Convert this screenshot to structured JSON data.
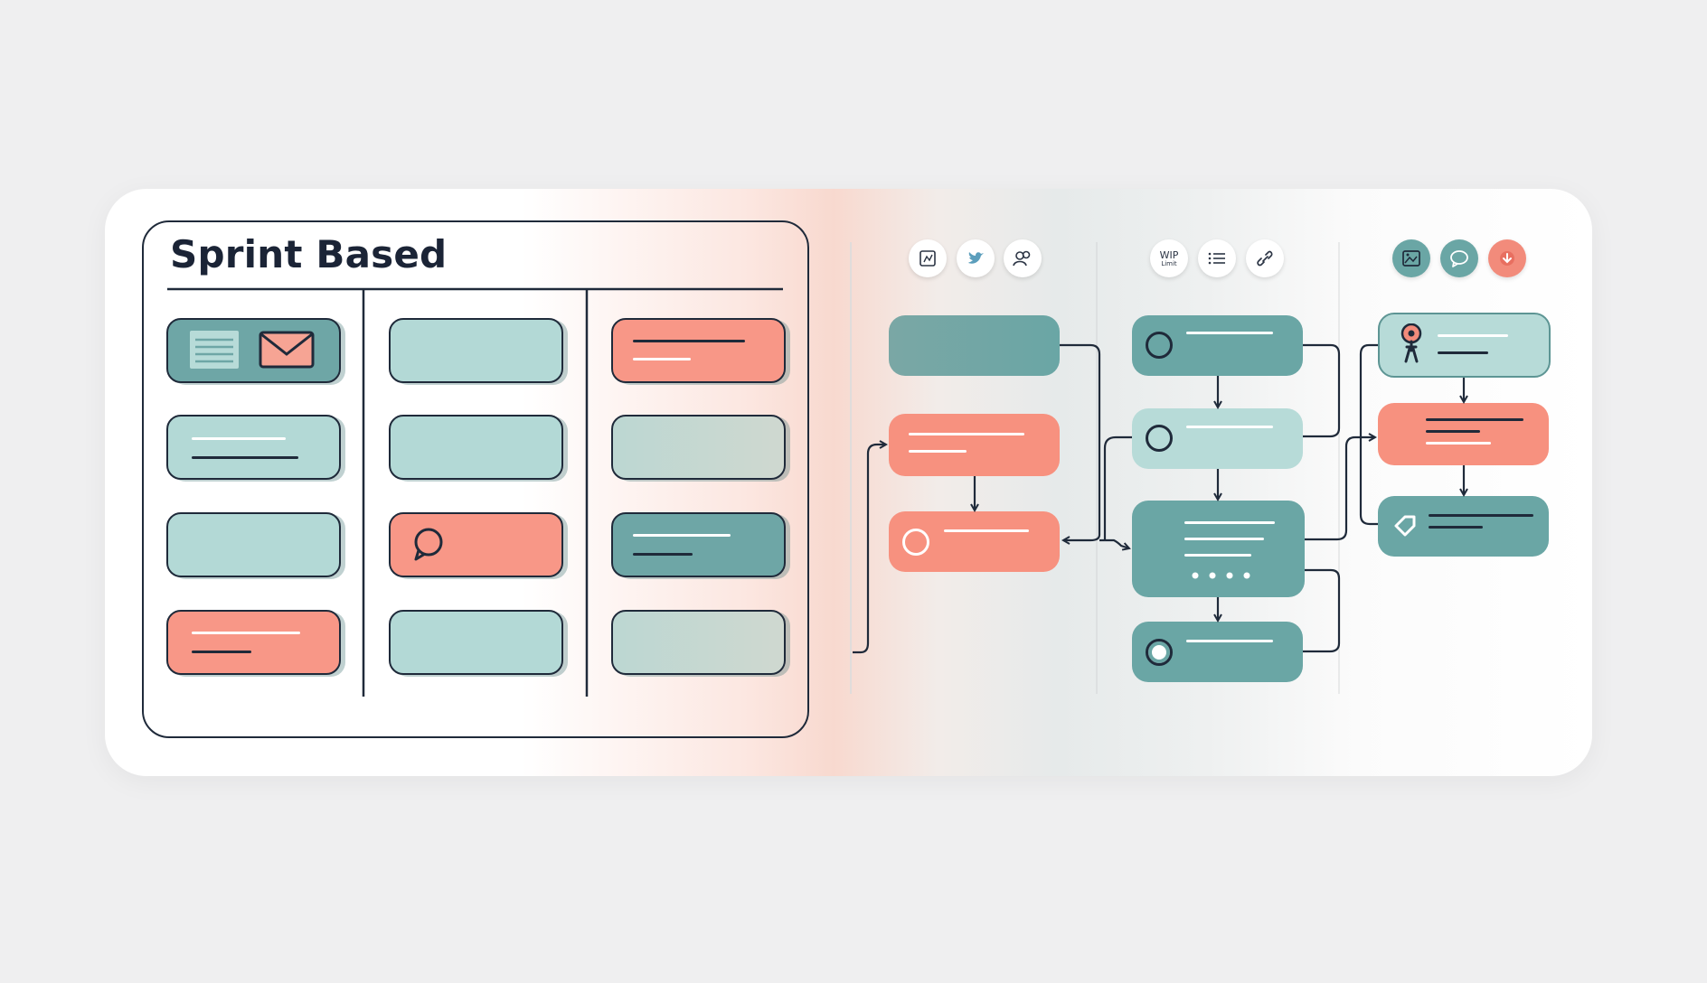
{
  "board": {
    "title": "Sprint Based"
  },
  "toolbar": {
    "wip_text": "WIP",
    "wip_sub": "Limit"
  },
  "colors": {
    "teal_light": "#b3d9d6",
    "teal_dark": "#6ea6a6",
    "coral": "#f89787",
    "outline": "#1f2a3a",
    "background": "#efeff0"
  },
  "icons": {
    "group1": [
      "chart-icon",
      "twitter-icon",
      "users-icon"
    ],
    "group2": [
      "wip-limit-icon",
      "list-icon",
      "link-icon"
    ],
    "group3": [
      "image-icon",
      "chat-icon",
      "download-icon"
    ]
  }
}
